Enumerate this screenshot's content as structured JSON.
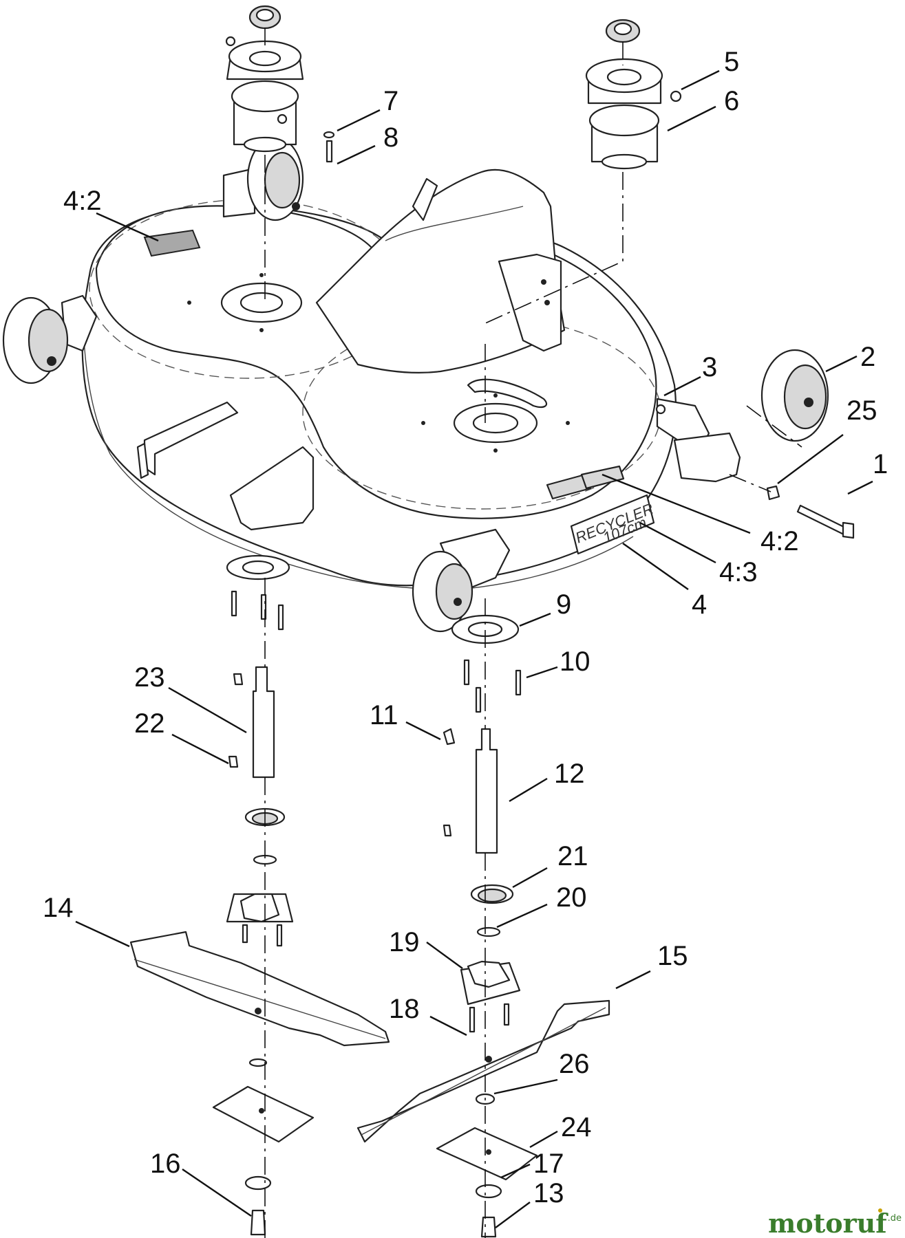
{
  "callouts": {
    "c1": "1",
    "c2": "2",
    "c3": "3",
    "c4": "4",
    "c4_2a": "4:2",
    "c4_2b": "4:2",
    "c4_3": "4:3",
    "c5": "5",
    "c6": "6",
    "c7": "7",
    "c8": "8",
    "c9": "9",
    "c10": "10",
    "c11": "11",
    "c12": "12",
    "c13": "13",
    "c14": "14",
    "c15": "15",
    "c16": "16",
    "c17": "17",
    "c18": "18",
    "c19": "19",
    "c20": "20",
    "c21": "21",
    "c22": "22",
    "c23": "23",
    "c24": "24",
    "c25": "25",
    "c26": "26"
  },
  "deck_decal": {
    "brand": "RECYCLER",
    "size": "107cm"
  },
  "watermark": {
    "brand": "motoruf",
    "suffix": ".de",
    "brand_color": "#3a7d2c",
    "accent_color": "#c8a200"
  }
}
